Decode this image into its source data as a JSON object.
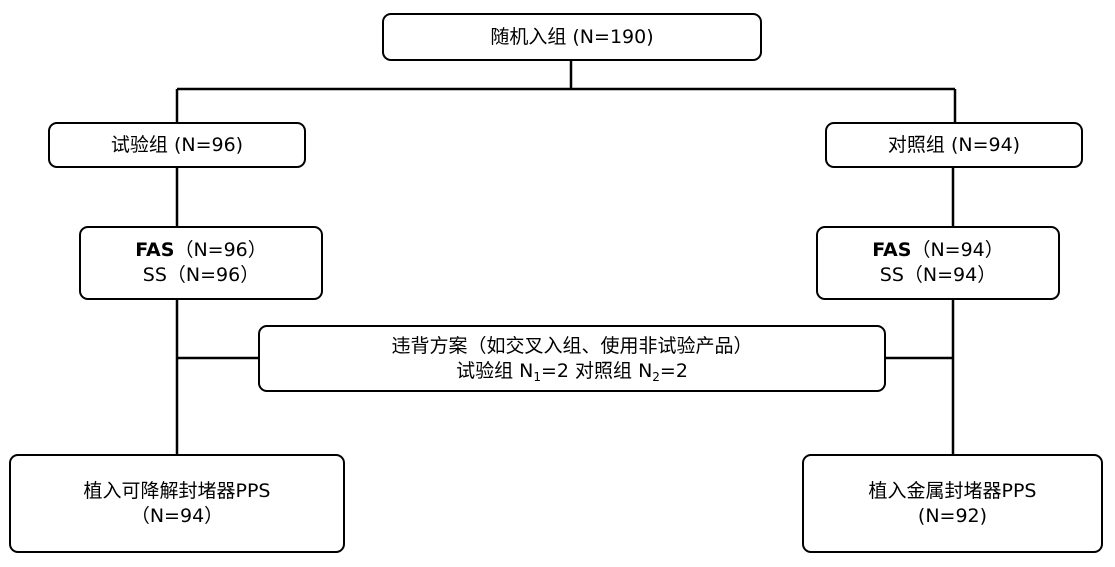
{
  "randomization": {
    "label": "随机入组 (N=190)"
  },
  "trial_group": {
    "label": "试验组 (N=96)"
  },
  "control_group": {
    "label": "对照组 (N=94)"
  },
  "trial_sets": {
    "fas_label": "FAS",
    "fas_count": "（N=96）",
    "ss_label": "SS（N=96）"
  },
  "control_sets": {
    "fas_label": "FAS",
    "fas_count": "（N=94）",
    "ss_label": "SS（N=94）"
  },
  "deviation": {
    "title": "违背方案（如交叉入组、使用非试验产品）",
    "trial_prefix": "试验组 N",
    "trial_sub": "1",
    "trial_value": "=2",
    "control_prefix": " 对照组 N",
    "control_sub": "2",
    "control_value": "=2"
  },
  "trial_pps": {
    "label": "植入可降解封堵器PPS",
    "count": "（N=94）"
  },
  "control_pps": {
    "label": "植入金属封堵器PPS",
    "count": "(N=92)"
  }
}
